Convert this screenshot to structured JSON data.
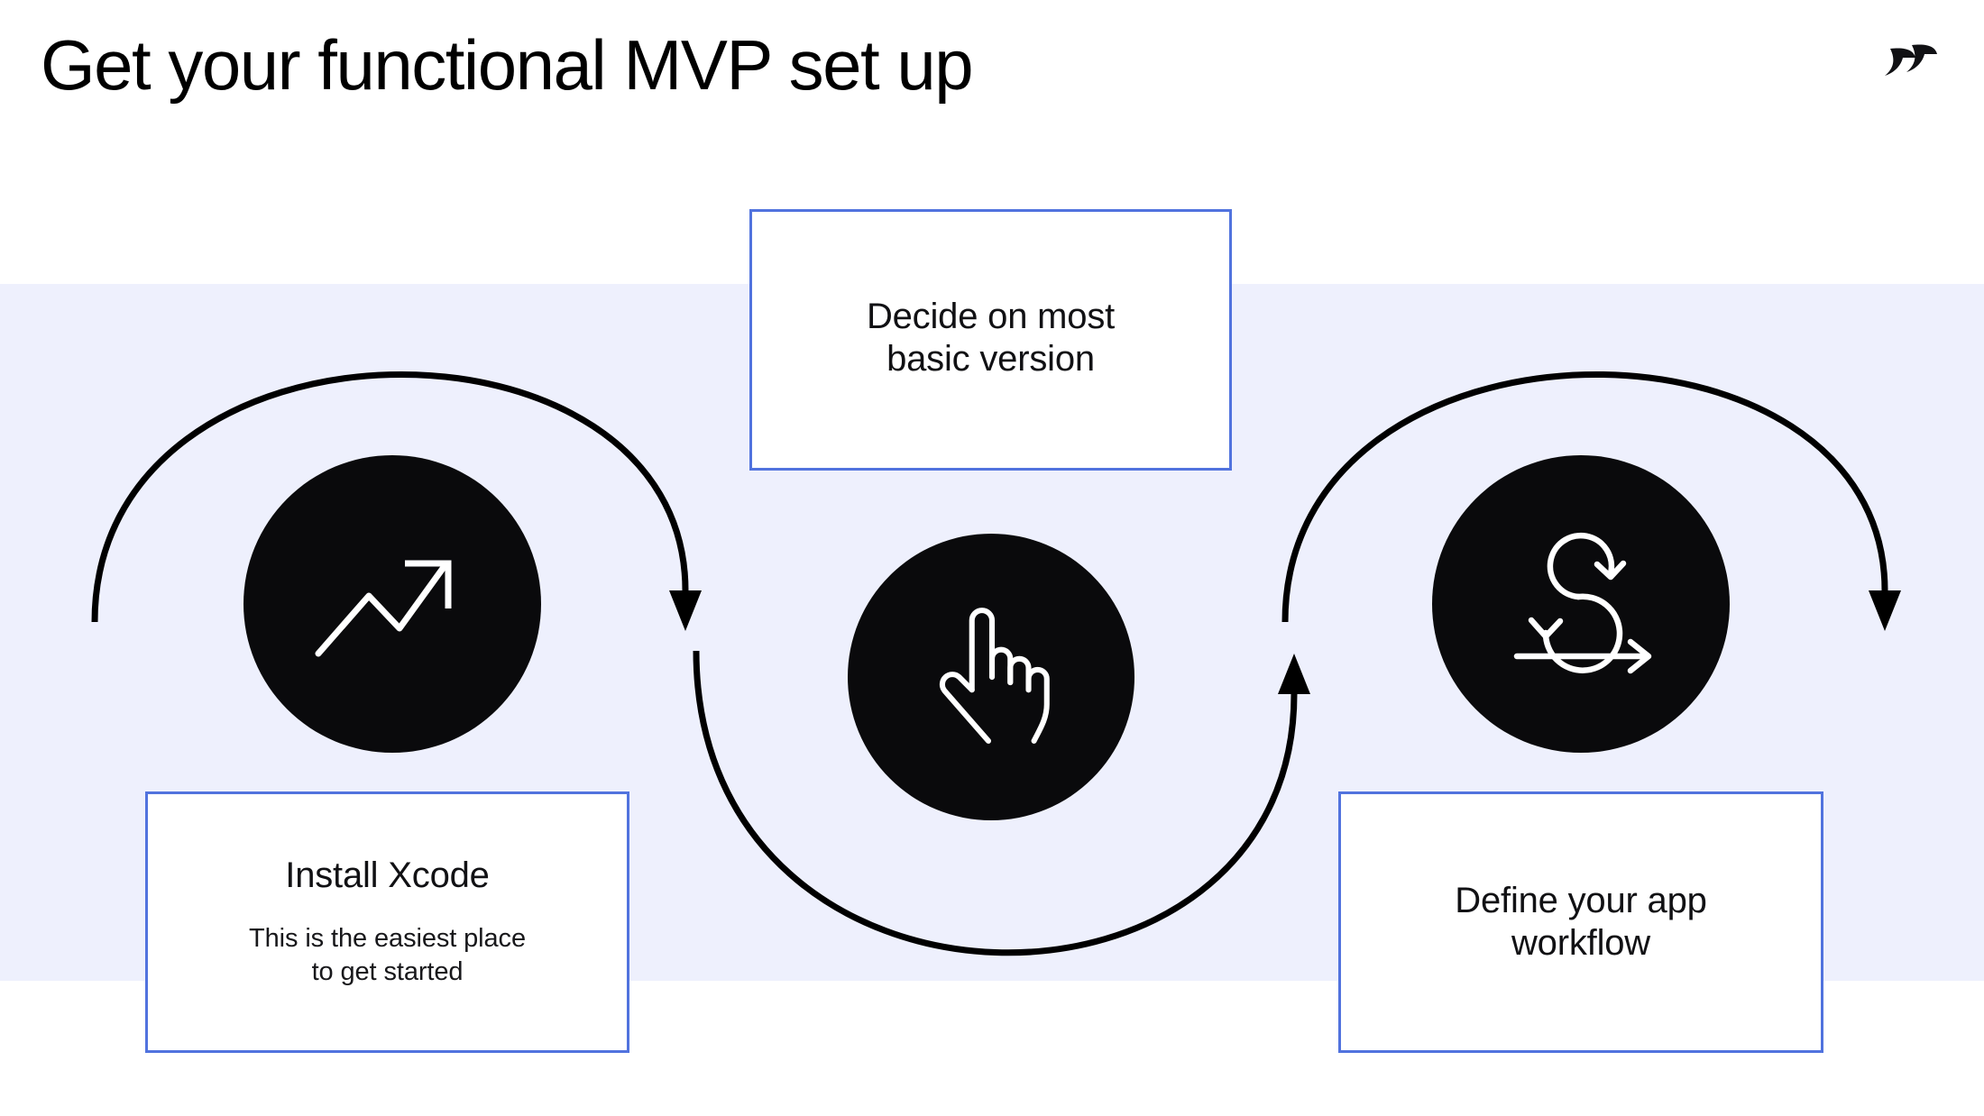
{
  "page": {
    "title": "Get your functional MVP set up",
    "background_color": "#ffffff",
    "band_color": "#eef0fd",
    "accent_color": "#5173de",
    "circle_color": "#0a0a0c",
    "arrow_color": "#000000"
  },
  "logo": {
    "name": "double-chevron-r-logo",
    "color": "#111114"
  },
  "steps": [
    {
      "id": "install-xcode",
      "icon_name": "trending-up-arrow-icon",
      "box_title": "Install Xcode",
      "box_subtitle": "This is the easiest place\nto get started",
      "box_position": "below"
    },
    {
      "id": "decide-basic-version",
      "icon_name": "pointing-hand-icon",
      "box_title": "Decide on most\nbasic version",
      "box_subtitle": "",
      "box_position": "above"
    },
    {
      "id": "define-app-workflow",
      "icon_name": "agile-sprint-loop-icon",
      "box_title": "Define your app\nworkflow",
      "box_subtitle": "",
      "box_position": "below"
    }
  ],
  "connectors": [
    {
      "name": "arc-start-to-step-one",
      "shape": "arc-over",
      "direction": "right-down"
    },
    {
      "name": "arc-step-one-to-step-two",
      "shape": "arc-under",
      "direction": "right-up"
    },
    {
      "name": "arc-step-two-to-step-three",
      "shape": "arc-over",
      "direction": "right-down"
    }
  ]
}
